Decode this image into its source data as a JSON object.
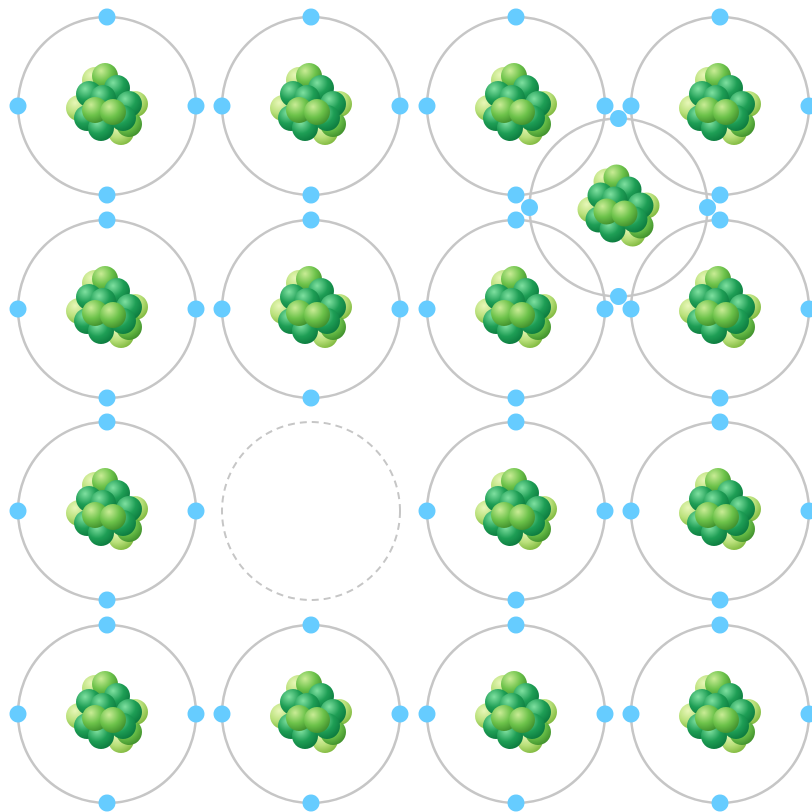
{
  "diagram": {
    "kind": "crystal-lattice-atom-model",
    "grid": {
      "rows": 4,
      "cols": 4
    },
    "vacancy": {
      "row": 2,
      "col": 1
    },
    "interstitial": {
      "between_rows": [
        0,
        1
      ],
      "between_cols": [
        2,
        3
      ]
    },
    "electrons_per_atom": 4,
    "colors": {
      "background": "#ffffff",
      "orbit": "#c6c6c6",
      "vacancy_orbit": "#c6c6c6",
      "electron": "#66ccff",
      "nucleon_light": "#b9e07a",
      "nucleon_mid": "#6cc24a",
      "nucleon_dark": "#1e9e55",
      "nucleon_deep": "#0c7a3e"
    }
  }
}
